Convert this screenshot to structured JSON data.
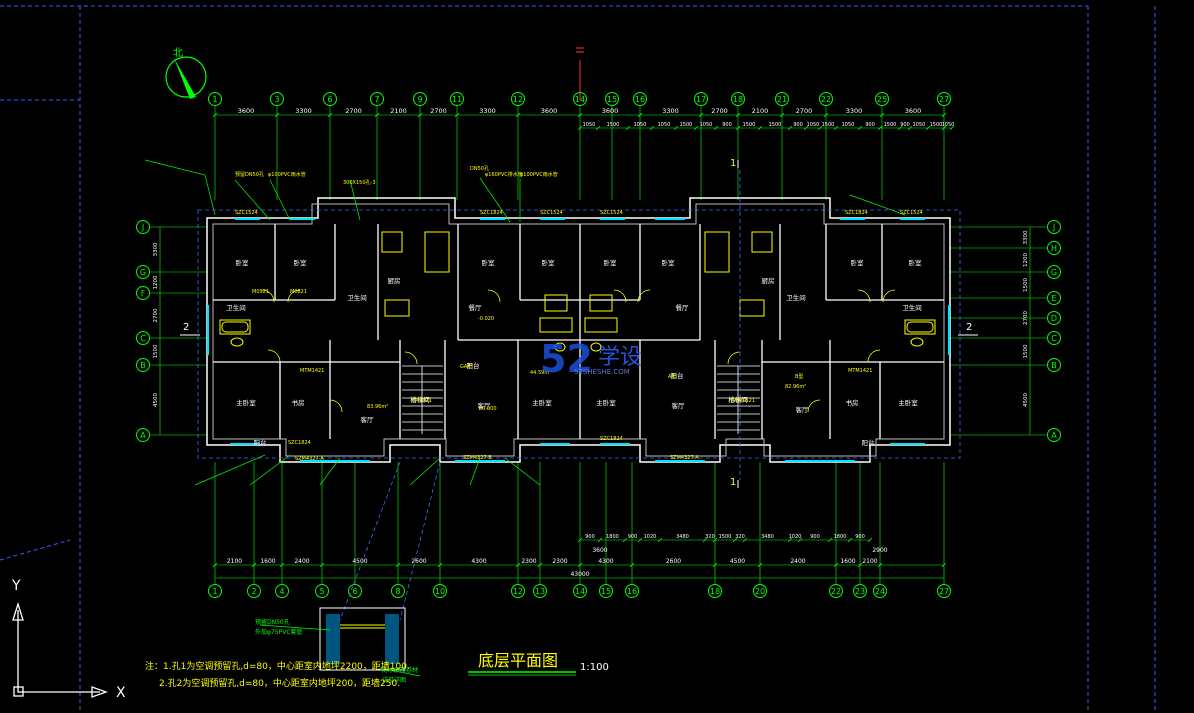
{
  "drawing": {
    "title": "底层平面图",
    "scale": "1:100",
    "north": "北",
    "watermark": {
      "brand": "52",
      "text": "学设",
      "site": "52SHESHE.COM"
    }
  },
  "grid_top": [
    "1",
    "3",
    "6",
    "7",
    "9",
    "11",
    "12",
    "14",
    "15",
    "16",
    "17",
    "18",
    "21",
    "22",
    "25",
    "27"
  ],
  "grid_bottom": [
    "1",
    "2",
    "4",
    "5",
    "6",
    "8",
    "10",
    "12",
    "13",
    "14",
    "15",
    "16",
    "18",
    "20",
    "22",
    "23",
    "24",
    "27"
  ],
  "grid_rows": [
    "J",
    "H",
    "G",
    "F",
    "E",
    "D",
    "C",
    "B",
    "A"
  ],
  "dims_top": [
    "3600",
    "3300",
    "2700",
    "2100",
    "2700",
    "3300",
    "3600",
    "3600",
    "3300",
    "2700",
    "2100",
    "2700",
    "3300",
    "3600"
  ],
  "dims_top_detail": [
    "1050",
    "1500",
    "1050",
    "1050",
    "1500",
    "1050",
    "900",
    "1500",
    "1500",
    "900",
    "1050",
    "1500",
    "1050",
    "900",
    "1500",
    "900",
    "1050",
    "1500",
    "1050"
  ],
  "dims_bottom_1": [
    "2100",
    "1600",
    "2400",
    "4500",
    "2600",
    "4300",
    "2300",
    "2300",
    "4300",
    "2600",
    "4500",
    "2400",
    "1600",
    "2100"
  ],
  "dims_bottom_2": [
    "900",
    "1800",
    "900",
    "1020",
    "3480",
    "320",
    "1500",
    "320",
    "3480",
    "1020",
    "900",
    "1800",
    "900"
  ],
  "dims_bottom_total": "43000",
  "dims_bottom_sub": [
    "3600",
    "2900"
  ],
  "dims_left": [
    "3300",
    "1200",
    "2700",
    "1500",
    "4500"
  ],
  "dims_right": [
    "3300",
    "1200",
    "1500",
    "2700",
    "1500",
    "4500"
  ],
  "section_marks": [
    "2",
    "2",
    "1",
    "1"
  ],
  "room_labels": [
    "卧室",
    "卧室",
    "卧室",
    "卧室",
    "卧室",
    "卧室",
    "卧室",
    "卧室",
    "卫生间",
    "卫生间",
    "卫生间",
    "卫生间",
    "厨房",
    "厨房",
    "餐厅",
    "餐厅",
    "客厅",
    "客厅",
    "客厅",
    "客厅",
    "主卧室",
    "主卧室",
    "主卧室",
    "主卧室",
    "书房",
    "书房",
    "阳台",
    "阳台",
    "阳台",
    "阳台",
    "楼梯间",
    "楼梯间"
  ],
  "annotations": [
    "预留DN50孔",
    "φ100PVC雨水管",
    "300X150孔-3",
    "φ160PVC排水管",
    "φ100PVC雨水管",
    "DN50孔",
    "SZC1524",
    "SZC1824",
    "SZC1524",
    "SZC1524",
    "SZC1824",
    "SZC1524",
    "SZM4327-A",
    "SZM4327-B",
    "SZM4327-A",
    "SZC1824",
    "SZC1824",
    "M0921",
    "M0821",
    "MTM1421",
    "MTM1421",
    "FM0921",
    "YWM1521",
    "GA型",
    "A型",
    "B型",
    "83.96m²",
    "82.96m²",
    "44.59m²",
    "-0.020",
    "±0.000"
  ],
  "notes": [
    "注：1.孔1为空调预留孔,d=80，中心距室内地坪2200，距墙100.",
    "2.孔2为空调预留孔,d=80，中心距室内地坪200，距墙250."
  ],
  "detail_labels": [
    "预留DN50孔",
    "外加φ75PVC套管",
    "防水层及卷材",
    "详见详图"
  ],
  "ucs": {
    "x_label": "X",
    "y_label": "Y"
  }
}
